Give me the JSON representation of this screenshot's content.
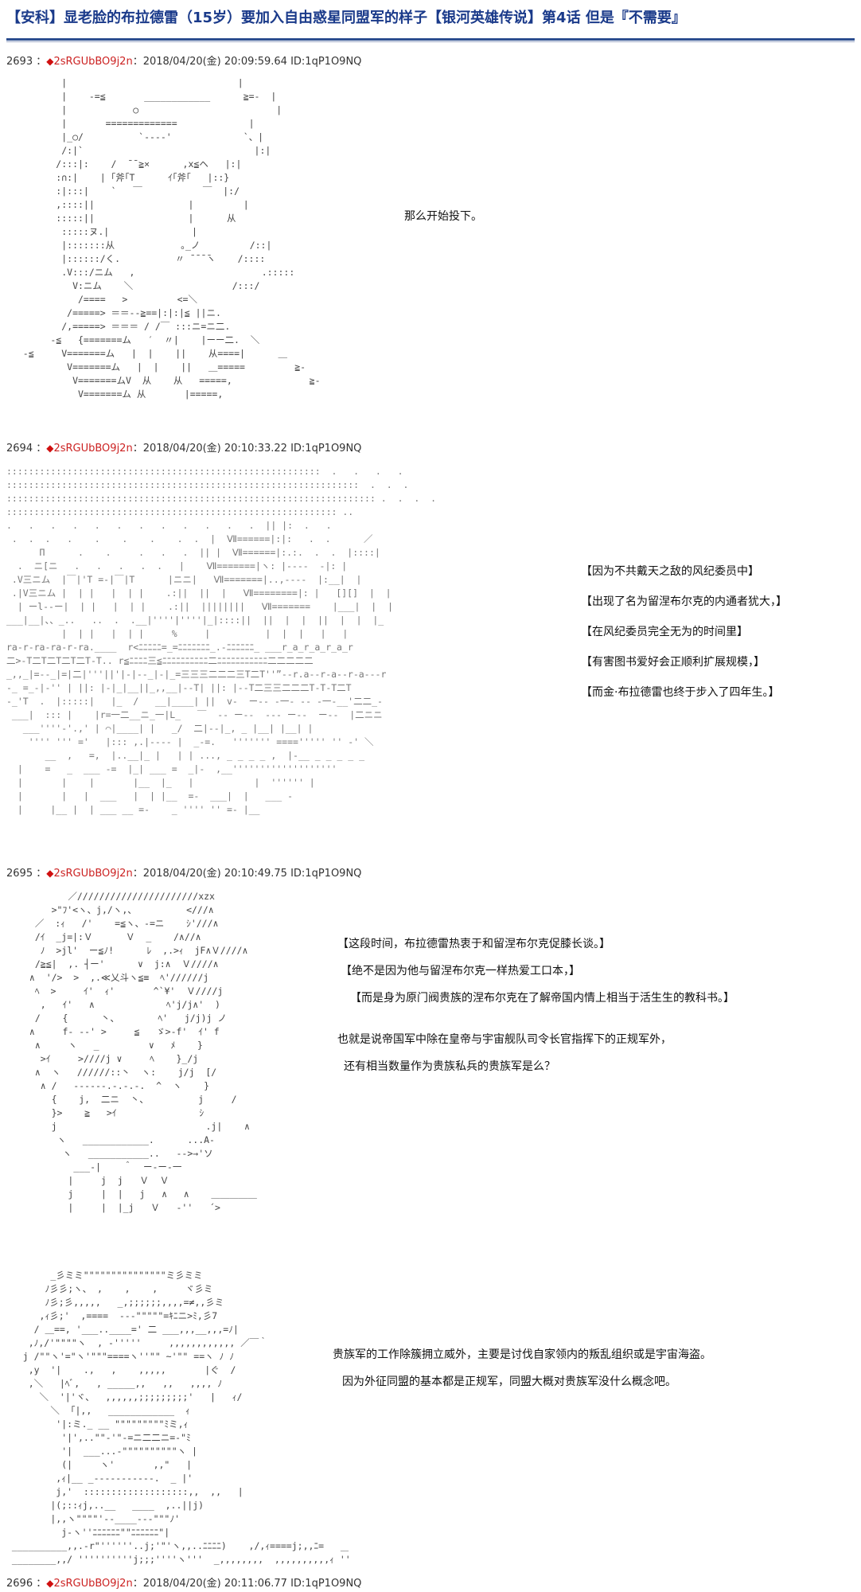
{
  "page": {
    "title": "【安科】显老脸的布拉德雷（15岁）要加入自由惑星同盟军的样子【银河英雄传说】第4话 但是『不需要』"
  },
  "posts": [
    {
      "number": "2693 ：",
      "diamond": "◆",
      "trip": "2sRGUbBO9j2n",
      "meta": "：2018/04/20(金) 20:09:59.64 ID:1qP1O9NQ",
      "lines": [
        "那么开始投下。"
      ]
    },
    {
      "number": "2694 ：",
      "diamond": "◆",
      "trip": "2sRGUbBO9j2n",
      "meta": "：2018/04/20(金) 20:10:33.22 ID:1qP1O9NQ",
      "lines": [
        "【因为不共戴天之敌的风纪委员中】",
        "【出现了名为留涅布尔克的内通者犹大，】",
        "【在风纪委员完全无为的时间里】",
        "【有害图书爱好会正顺利扩展规模，】",
        "【而金·布拉德雷也终于步入了四年生。】"
      ]
    },
    {
      "number": "2695 ：",
      "diamond": "◆",
      "trip": "2sRGUbBO9j2n",
      "meta": "：2018/04/20(金) 20:10:49.75 ID:1qP1O9NQ",
      "lines": [
        "【这段时间，布拉德雷热衷于和留涅布尔克促膝长谈。】",
        "【绝不是因为他与留涅布尔克一样热爱工口本，】",
        "【而是身为原门阀贵族的涅布尔克在了解帝国内情上相当于活生生的教科书。】",
        "也就是说帝国军中除在皇帝与宇宙舰队司令长官指挥下的正规军外，",
        "还有相当数量作为贵族私兵的贵族军是么？",
        "贵族军的工作除簇拥立威外，主要是讨伐自家领内的叛乱组织或是宇宙海盗。",
        "因为外征同盟的基本都是正规军，同盟大概对贵族军没什么概念吧。"
      ]
    },
    {
      "number": "2696 ：",
      "diamond": "◆",
      "trip": "2sRGUbBO9j2n",
      "meta": "：2018/04/20(金) 20:11:06.77 ID:1qP1O9NQ",
      "lines": []
    }
  ],
  "art": {
    "officer": "          |                               |\n          |    -=≦       ____________      ≧=-  |\n          |            ○                         |\n          |       =============             |\n          |_○/          `‐-‐‐'             `、|\n          /:|`                               |:|\n         /:::|:    /  ̄ ̄ ≧×      ,x≦ヘ   |:|\n         :∩:|    | ｢斧｢T      ｲ｢斧｢   |::}\n         :|:::|    `   ￣           ￣  |:/\n         ,::::||                 |         |\n         :::::||                 |      从\n          :::::ヌ.|               |\n          |:::::::从            ｡_ノ         /::|\n          |::::::/く.          〃 ̄ ̄ ̄ ̄ヽ    /::::\n          .V:::/ニム   ,                       .:::::\n            V:ニム    ＼                  /:::/\n             /====   >         <=＼\n           /=====> ＝＝--≧==|:|:|≦ ||ニ.\n          /,=====> ＝＝＝ / /￣ :::ニ=ニ二.\n        -≦   {=======ム   ′  〃|    |ーー二.  ＼\n   -≦     V=======ム   |  |    ||    从====|      ＿\n           V=======ム   |  |    ||   ＿=====         ≧-\n            V=======ムV  从    从   =====,              ≧-\n             V=======ム 从       |=====,",
    "city": ":::::::::::::::::::::::::::::::::::::::::::::::::::::::::  .   .   .   .\n::::::::::::::::::::::::::::::::::::::::::::::::::::::::::::::::  .  .  .\n::::::::::::::::::::::::::::::::::::::::::::::::::::::::::::::::::: .  .  .  .\n:::::::::::::::::::::::::::::::::::::::::::::::::::::::::::: ..\n.   .   .   .   .   .   .   .   .   .   .   .  || |:  .   .\n .  .  .   .    .    .    .    .  .  |  Ⅶ======|:|:   .  .      ／\n      Π      .    .     .   .   .  || |  Ⅶ======|:.:.  .  .  |::::|\n  .  ニ[ニ   .   .   .   .  .   |    Ⅶ=======|ヽ: |‐---  -|: |\n .V三ニム  |￣|'T =-|￣|T      |ニニ|   Ⅶ=======|..,----  |:__|  |\n .|V三ニム |  | |   |  | |    .:||  ||  |   Ⅶ========|: |   [][]  |  |\n  | ーl--ー|  | |   |  | |    .:||  ||||||||   Ⅶ=======    |___|  |  |\n___|__|、、_..   ..  .  .__|''''|''''|_|::::||  ||  |  |  ||  |  |  |_\n          |  | |   |  | |     %     |          |  |  |   |   |\nra-r-ra-ra-r-ra.____  r<ﾆﾆﾆﾆﾆ=_=ﾆﾆﾆﾆﾆﾆﾆ_.-ﾆﾆﾆﾆﾆﾆ_ ___r_a_r_a_r_a_r\n二>-T二T二T二T二T-T.. r≦ﾆﾆﾆﾆ三≦ﾆﾆﾆﾆﾆﾆﾆﾆﾆﾆ二ﾆﾆﾆﾆﾆﾆﾆﾆﾆﾆﾆ二二二二二\n_,,_|=--_|=|二|'''||'|-|--_|-|_=三三三二二二三T二T''”--r.a--r-a--r-a---r\n-_ =_-|‐'' | ||: |-|_|__||_,,__|--T| ||: |--T二三三二二二T-T-T二T\n-_'T  .  |:::::|   |_  /   __|____| ||  v‐  ー‐‐ ‐一‐ ‐‐ ‐一‐__'二二_-\n ___|  ::: |    |r=一二__ニ_一|L_   ￣  ‐‐ ー‐‐  -‐‐ ー‐‐  ー‐‐  |二ニニ\n   ___''''-'.,' | ⌒|____| |   _/  二|--|_, _ |__| |__| |\n    '''' ''' ='   |::: ,.|---- |  _-=.   ''''''' ====''''' '' -' ＼\n       __  ,   =,  |..__|_ |   | | ..., _ _ _ _ ,  |-__ _ _ _ _ _\n  |    =   _  ___ -=  |_| ___ =  _|-  ,__'''''''''''''''''''\n  |       |    |       |__  |_   |           |  '''''' |\n  |       |   |  ___   |  | |__  =-  ___|  |   ___ -\n  |     |__ |  | ___ __ =-    _ '''' '' =- |__",
    "duke": "        ／//////////////////////xzx\n     >\"ﾌ'<ヽ、j,/ヽ,、         <///∧\n  ／  :ｨ   /'    =≦ヽ、-=ニ    ｼ'///∧\n  /ｲ  _j=|:Ｖ      Ｖ  _    /∧//∧\n   ﾉ  >jl'  ー≦ﾉ!      ﾚ  ,.>ｨ  jF∧Ｖ////∧\n  /≧≦|  ,. ┤ー'      ∨  j:∧  Ｖ////∧\n ∧  '/>  >  ,.≪乂斗ヽ≦≡  ﾍ'//////j\n  ﾍ  >     ｲ'  ｨ'       ^`¥'  Ｖ////j\n   ,   ｲ'   ∧             ﾍ'j/j∧'  )\n  /    {      丶、       ﾍ'   j/j)j ノ\n ∧     f- --' >     ≦   ゞ>‐f'  ｲ' f\n  ∧     ヽ   _         ∨   ﾒ    }\n   >ｲ     >////j ∨     ﾍ    }_/j\n  ∧  ヽ   //////::丶  ヽ:    j/j  [/\n   ∧ /   ------.-.-.-.  ^  ヽ    }\n     {    j,  二ニ  丶、         j     /\n     }>    ≧   >ｲ               ｼ\n     j                           .j|    ∧\n      ヽ   ____________.      ...A-\n       ヽ   ___________..   -->→'ソ\n         ___-|    ＾  ー‐ー‐一\n        |     j  j   Ｖ  Ｖ\n        j     |  |   j   ∧   ∧    ＿＿＿＿＿\n        |     |  |_j   Ｖ   -''   ´>",
    "noble": "        _彡ミミ\"\"\"\"\"\"\"\"\"\"\"\"\"\"\"ミ彡ミミ\n       ﾉ彡彡;ヽ、 ,    ,    ,     ヾ彡ミ\n       ﾉ彡;彡,,,,,   _,;;;;;;,,,,=≠,,彡ミ\n      ,ｨ彡;'  ,====  ---\"\"\"\"\"=ｷﾆニ>ﾐ,彡7\n     / ＿==, '___..____=' 二 ___,,,__,,,=ﾉ|\n    ,ﾉ,/'\"\"\"\"ヽ  , -'''''     ,,,,,,,,,,,, ／￣｀\n   j /\"\"ヽ'=\"ヽ'\"\"\"====ヽ''\"\" ~'\"\" ==ヽ ﾉ ﾉ\n    ,y  '|    .,   ,    ,,,,,       |ぐ  /\n    ,＼   |ﾍﾞ,   , _____,,   ,,   ,,,, ﾉ\n      ＼  '|'ヾ、  ,,,,,,;;;;;;;;;'   |   ｨ/\n        ＼  ｢|,,   ____________  ｨ\n         '|:ミ._ __ \"\"\"\"\"\"\"\"\"ﾐミ,ｨ\n          '|',..\"\"-'\"-=ニ二二ニ=-\"ﾐ\n          '|  ___...-\"\"\"\"\"\"\"\"\"\"ヽ |\n          (|     ヽ'       ,,\"   |\n         ,ｨ|__ _-----------.  _ |'\n         j,'  :::::::::::::::::::,,  ,,   |\n        |(;::ｨj,..__   ____  ,..||j)\n        |,,ヽ\"\"\"\"'--____---\"\"\"ﾉ'\n          j-ヽ''ﾆﾆﾆﾆﾆﾆ\"\"ﾆﾆﾆﾆﾆﾆ\"|\n __________,,.-r\"''''''..j;'\"'ヽ,,..ﾆﾆﾆﾆ)    ,/,ｨ====j;,,ﾆ=   ____________\n ________,,/ ''''''''''j;;;''''ヽ'''  _,,,,,,,,  ,,,,,,,,,,ｨ ''''''''''''''''''''''''\"\"\"\n            ''''''''''',j;;;''''\"\"\"'''''''''''''''''''',j;;;;''''''''''''''''''''''''''''"
  }
}
